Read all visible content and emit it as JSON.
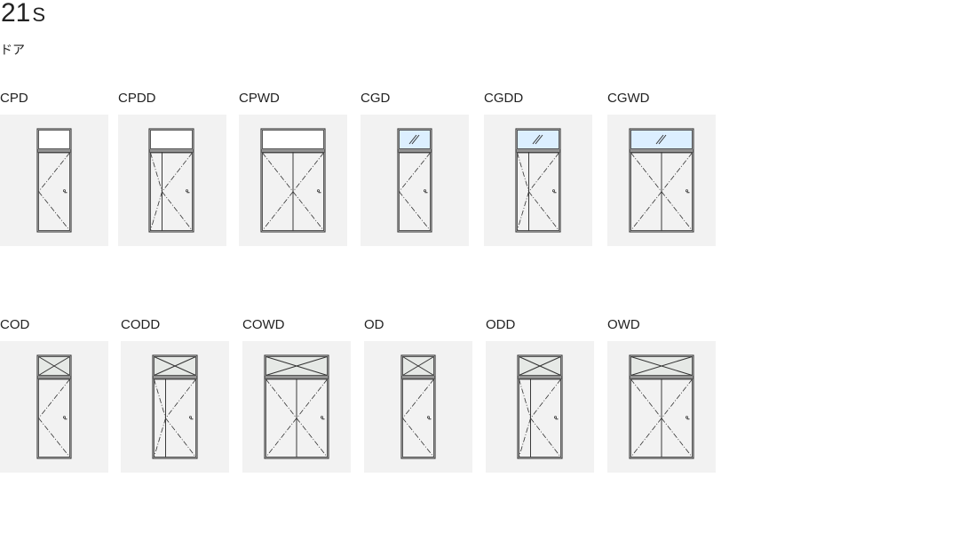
{
  "header": {
    "series": "21",
    "suffix": "S",
    "subtitle": "ドア"
  },
  "colors": {
    "tile_bg": "#f2f2f2",
    "frame": "#333333",
    "glass": "#dcefff",
    "open_panel": "#e6e9e6"
  },
  "row1": [
    {
      "label": "CPD",
      "transom": "panel",
      "leaves": "single"
    },
    {
      "label": "CPDD",
      "transom": "panel",
      "leaves": "unequal"
    },
    {
      "label": "CPWD",
      "transom": "panel",
      "leaves": "double"
    },
    {
      "label": "CGD",
      "transom": "glass",
      "leaves": "single"
    },
    {
      "label": "CGDD",
      "transom": "glass",
      "leaves": "unequal"
    },
    {
      "label": "CGWD",
      "transom": "glass",
      "leaves": "double"
    }
  ],
  "row2": [
    {
      "label": "COD",
      "transom": "open",
      "leaves": "single"
    },
    {
      "label": "CODD",
      "transom": "open",
      "leaves": "unequal"
    },
    {
      "label": "COWD",
      "transom": "open",
      "leaves": "double"
    },
    {
      "label": "OD",
      "transom": "open",
      "leaves": "single"
    },
    {
      "label": "ODD",
      "transom": "open",
      "leaves": "unequal"
    },
    {
      "label": "OWD",
      "transom": "open",
      "leaves": "double"
    }
  ]
}
